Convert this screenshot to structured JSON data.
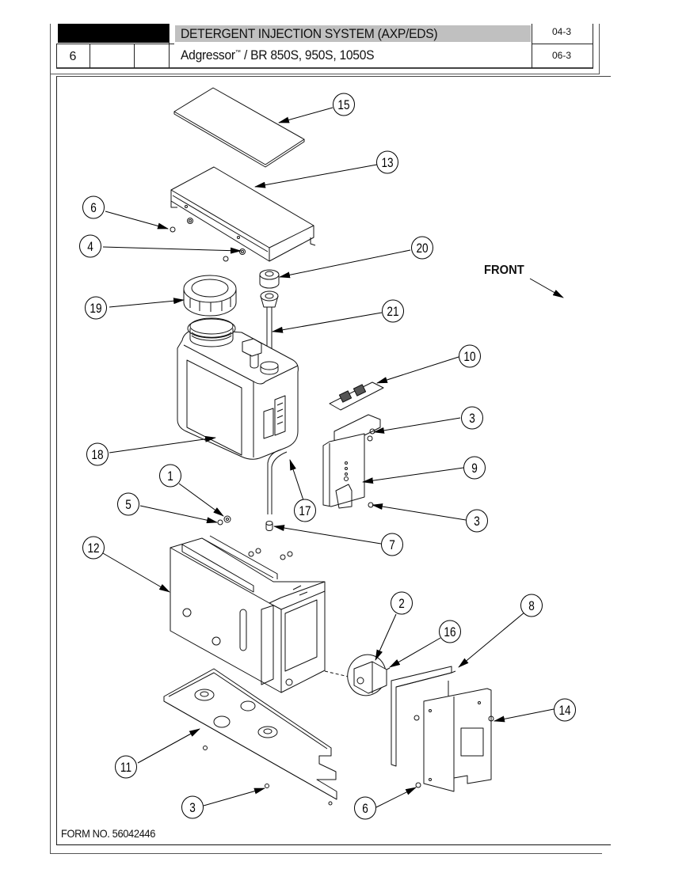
{
  "header": {
    "title": "DETERGENT INJECTION SYSTEM (AXP/EDS)",
    "subtitle_brand": "Adgressor",
    "subtitle_tm": "™",
    "subtitle_models": " / BR 850S, 950S, 1050S",
    "section_number": "6",
    "revision_top": "04-3",
    "revision_bottom": "06-3",
    "title_bar_color": "#c0c0c0"
  },
  "drawing": {
    "front_label": "FRONT",
    "callouts": [
      {
        "id": "15",
        "label": "15",
        "part": "cover-pad"
      },
      {
        "id": "13",
        "label": "13",
        "part": "top-cover"
      },
      {
        "id": "6a",
        "label": "6",
        "part": "screw"
      },
      {
        "id": "4",
        "label": "4",
        "part": "nut"
      },
      {
        "id": "20",
        "label": "20",
        "part": "cap"
      },
      {
        "id": "19",
        "label": "19",
        "part": "tank-cap"
      },
      {
        "id": "21",
        "label": "21",
        "part": "pickup-tube"
      },
      {
        "id": "10",
        "label": "10",
        "part": "switch-label"
      },
      {
        "id": "3a",
        "label": "3",
        "part": "nut"
      },
      {
        "id": "18",
        "label": "18",
        "part": "detergent-tank"
      },
      {
        "id": "9",
        "label": "9",
        "part": "switch-bracket"
      },
      {
        "id": "1",
        "label": "1",
        "part": "washer"
      },
      {
        "id": "5",
        "label": "5",
        "part": "screw"
      },
      {
        "id": "17",
        "label": "17",
        "part": "tubing"
      },
      {
        "id": "3b",
        "label": "3",
        "part": "nut"
      },
      {
        "id": "7",
        "label": "7",
        "part": "fitting"
      },
      {
        "id": "12",
        "label": "12",
        "part": "enclosure"
      },
      {
        "id": "2",
        "label": "2",
        "part": "pump"
      },
      {
        "id": "8",
        "label": "8",
        "part": "pump-bracket"
      },
      {
        "id": "16",
        "label": "16",
        "part": "pump-fitting"
      },
      {
        "id": "14",
        "label": "14",
        "part": "mounting-plate"
      },
      {
        "id": "11",
        "label": "11",
        "part": "base-tray"
      },
      {
        "id": "3c",
        "label": "3",
        "part": "nut"
      },
      {
        "id": "6b",
        "label": "6",
        "part": "screw"
      }
    ]
  },
  "footer": {
    "form_number": "FORM NO. 56042446"
  }
}
